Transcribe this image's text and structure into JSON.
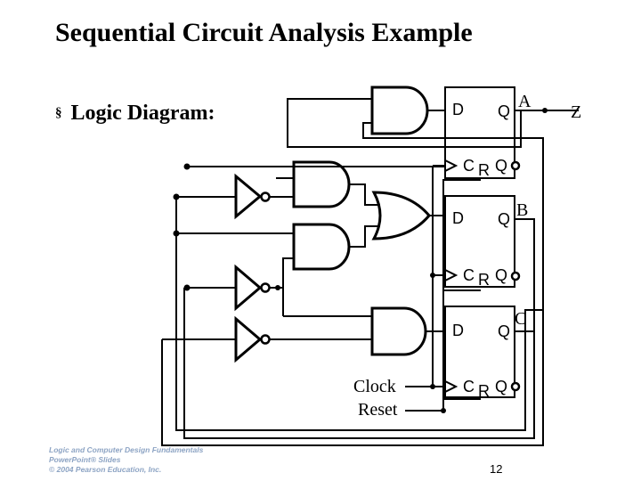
{
  "title": "Sequential Circuit Analysis Example",
  "bullet": {
    "symbol": "§",
    "text": "Logic Diagram:"
  },
  "flipflops": [
    {
      "d_label": "D",
      "q_label": "Q",
      "c_label": "C",
      "r_label": "R",
      "qbar_label": "Q",
      "output_label": "A"
    },
    {
      "d_label": "D",
      "q_label": "Q",
      "c_label": "C",
      "r_label": "R",
      "qbar_label": "Q",
      "output_label": "B"
    },
    {
      "d_label": "D",
      "q_label": "Q",
      "c_label": "C",
      "r_label": "R",
      "qbar_label": "Q",
      "output_label": "C"
    }
  ],
  "output_label": "Z",
  "inputs": {
    "clock": "Clock",
    "reset": "Reset"
  },
  "footer": [
    "Logic and Computer Design Fundamentals",
    "PowerPoint® Slides",
    "© 2004 Pearson Education, Inc."
  ],
  "page_number": "12"
}
